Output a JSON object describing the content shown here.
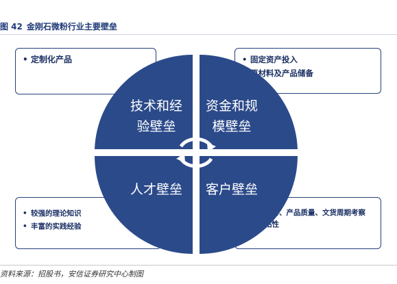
{
  "figure": {
    "number": "图 42",
    "title": "金刚石微粉行业主要壁垒"
  },
  "quadrants": {
    "top_left": {
      "line1": "技术和经",
      "line2": "验壁垒"
    },
    "top_right": {
      "line1": "资金和规",
      "line2": "模壁垒"
    },
    "bottom_left": {
      "line1": "人才壁垒"
    },
    "bottom_right": {
      "line1": "客户壁垒"
    }
  },
  "boxes": {
    "top_left": [
      "定制化产品"
    ],
    "top_right": [
      "固定资产投入",
      "原材料及产品储备"
    ],
    "bottom_left": [
      "较强的理论知识",
      "丰富的实践经验"
    ],
    "bottom_right": [
      "生产能力、产品质量、文货周期考察",
      "客户粘性"
    ]
  },
  "source": "资料来源：招股书，安信证券研究中心制图",
  "colors": {
    "quadrant": "#2b4a8a",
    "border": "#243f7b",
    "title": "#1f3a78"
  }
}
